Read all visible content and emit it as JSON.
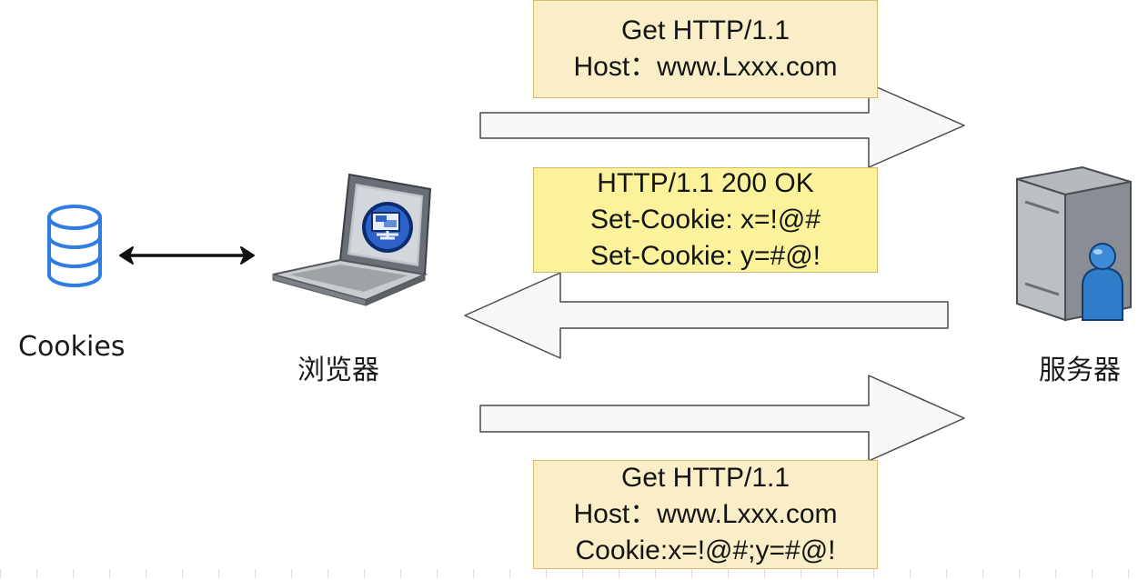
{
  "nodes": {
    "cookies": {
      "label": "Cookies"
    },
    "browser": {
      "label": "浏览器"
    },
    "server": {
      "label": "服务器"
    }
  },
  "messages": {
    "request1": {
      "lines": [
        "Get HTTP/1.1",
        "Host：www.Lxxx.com"
      ]
    },
    "response": {
      "lines": [
        "HTTP/1.1 200 OK",
        "Set-Cookie: x=!@#",
        "Set-Cookie: y=#@!"
      ]
    },
    "request2": {
      "lines": [
        "Get HTTP/1.1",
        "Host：www.Lxxx.com",
        "Cookie:x=!@#;y=#@!"
      ]
    }
  },
  "colors": {
    "note_pale": "#faeec8",
    "note_bright": "#fbf29b",
    "arrow_fill": "#f7f7f7",
    "arrow_stroke": "#4a4a4a",
    "db_icon": "#2f7de1"
  },
  "icons": {
    "cookies": "database-icon",
    "browser": "laptop-icon",
    "server": "server-tower-icon"
  }
}
